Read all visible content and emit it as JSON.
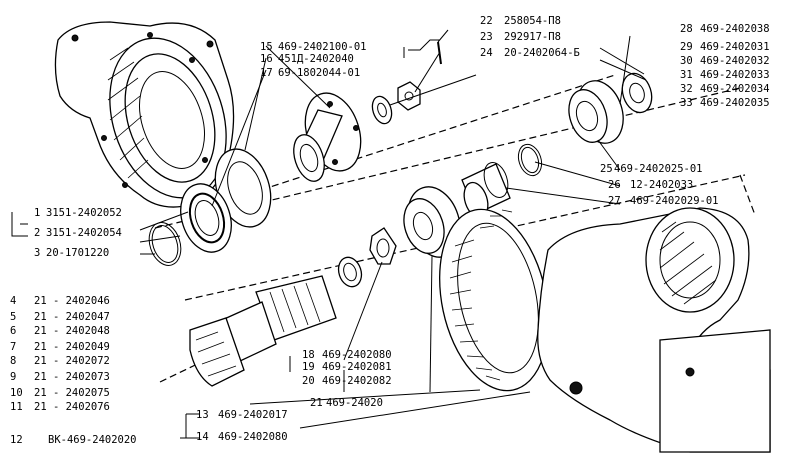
{
  "callouts": [
    {
      "num": "1",
      "code": "3151-2402052"
    },
    {
      "num": "2",
      "code": "3151-2402054"
    },
    {
      "num": "3",
      "code": "20-1701220"
    },
    {
      "num": "4",
      "code": "21 - 2402046"
    },
    {
      "num": "5",
      "code": "21 - 2402047"
    },
    {
      "num": "6",
      "code": "21 - 2402048"
    },
    {
      "num": "7",
      "code": "21 - 2402049"
    },
    {
      "num": "8",
      "code": "21 - 2402072"
    },
    {
      "num": "9",
      "code": "21 - 2402073"
    },
    {
      "num": "10",
      "code": "21 - 2402075"
    },
    {
      "num": "11",
      "code": "21 - 2402076"
    },
    {
      "num": "12",
      "code": "ВК-469-2402020"
    },
    {
      "num": "13",
      "code": "469-2402017"
    },
    {
      "num": "14",
      "code": "469-2402080"
    },
    {
      "num": "15",
      "code": "469-2402100-01"
    },
    {
      "num": "16",
      "code": "451Д-2402040"
    },
    {
      "num": "17",
      "code": "69-1802044-01"
    },
    {
      "num": "18",
      "code": "469-2402080"
    },
    {
      "num": "19",
      "code": "469-2402081"
    },
    {
      "num": "20",
      "code": "469-2402082"
    },
    {
      "num": "21",
      "code": "469-24020"
    },
    {
      "num": "22",
      "code": "258054-П8"
    },
    {
      "num": "23",
      "code": "292917-П8"
    },
    {
      "num": "24",
      "code": "20-2402064-Б"
    },
    {
      "num": "25",
      "code": "469-2402025-01"
    },
    {
      "num": "26",
      "code": "12-2402033"
    },
    {
      "num": "27",
      "code": "469-2402029-01"
    },
    {
      "num": "28",
      "code": "469-2402038"
    },
    {
      "num": "29",
      "code": "469-2402031"
    },
    {
      "num": "30",
      "code": "469-2402032"
    },
    {
      "num": "31",
      "code": "469-2402033"
    },
    {
      "num": "32",
      "code": "469-2402034"
    },
    {
      "num": "33",
      "code": "469-2402035"
    }
  ]
}
